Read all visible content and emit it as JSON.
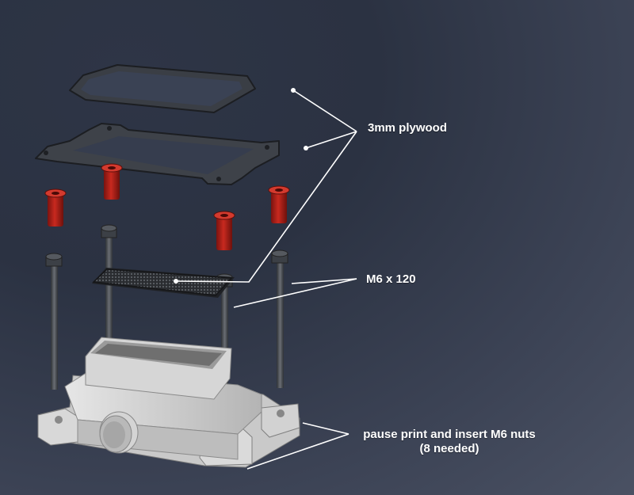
{
  "callouts": {
    "plywood": "3mm plywood",
    "bolts": "M6 x 120",
    "nuts_line1": "pause print and insert M6 nuts",
    "nuts_line2": "(8 needed)"
  },
  "colors": {
    "background": "#323a4b",
    "plywood": "#454a52",
    "spacer": "#b8261f",
    "bolt": "#4b4f55",
    "housing": "#d0d0d0",
    "leader": "#ffffff"
  }
}
